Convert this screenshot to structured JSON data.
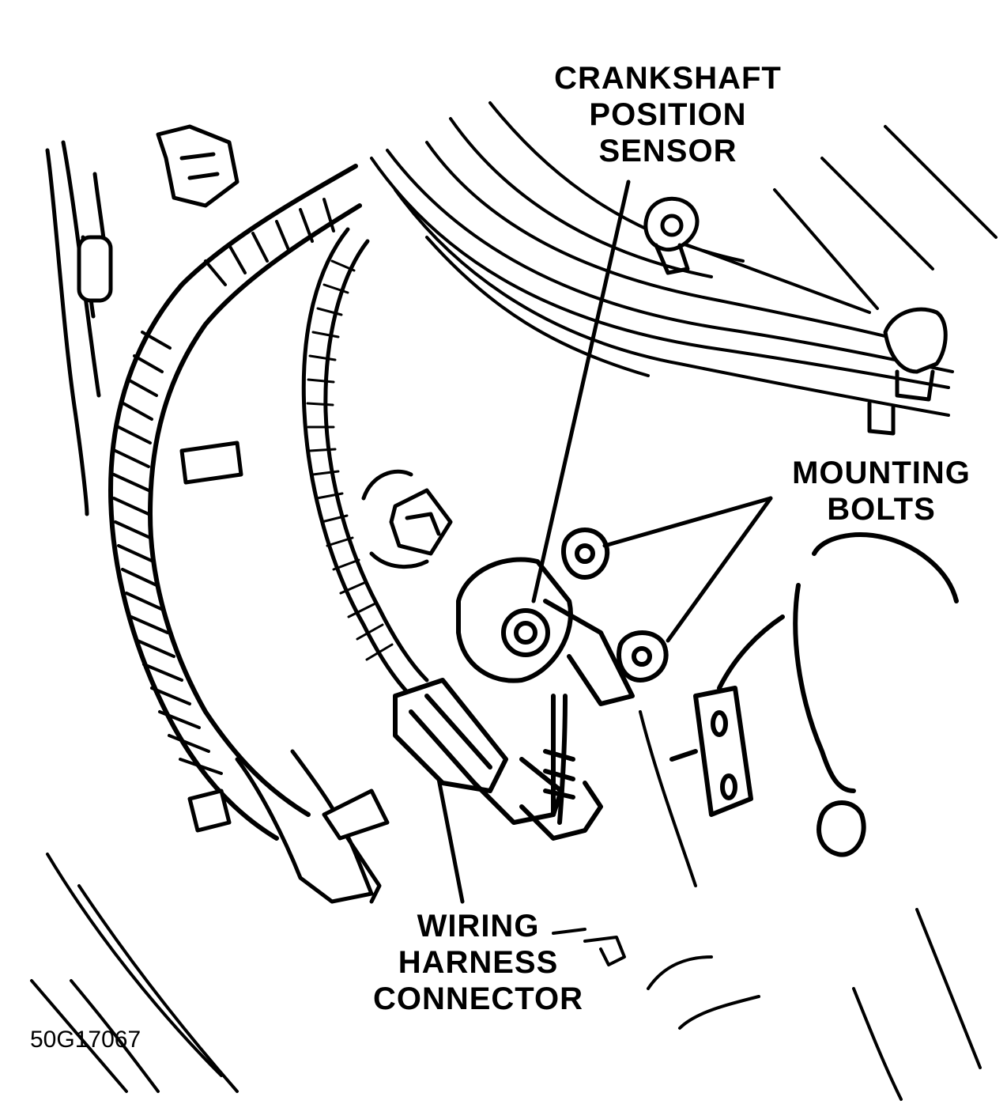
{
  "labels": {
    "crankshaft_position_sensor": [
      "CRANKSHAFT",
      "POSITION",
      "SENSOR"
    ],
    "mounting_bolts": [
      "MOUNTING",
      "BOLTS"
    ],
    "wiring_harness_connector": [
      "WIRING",
      "HARNESS",
      "CONNECTOR"
    ]
  },
  "figure_id": "50G17067",
  "colors": {
    "ink": "#000000",
    "paper": "#ffffff"
  }
}
